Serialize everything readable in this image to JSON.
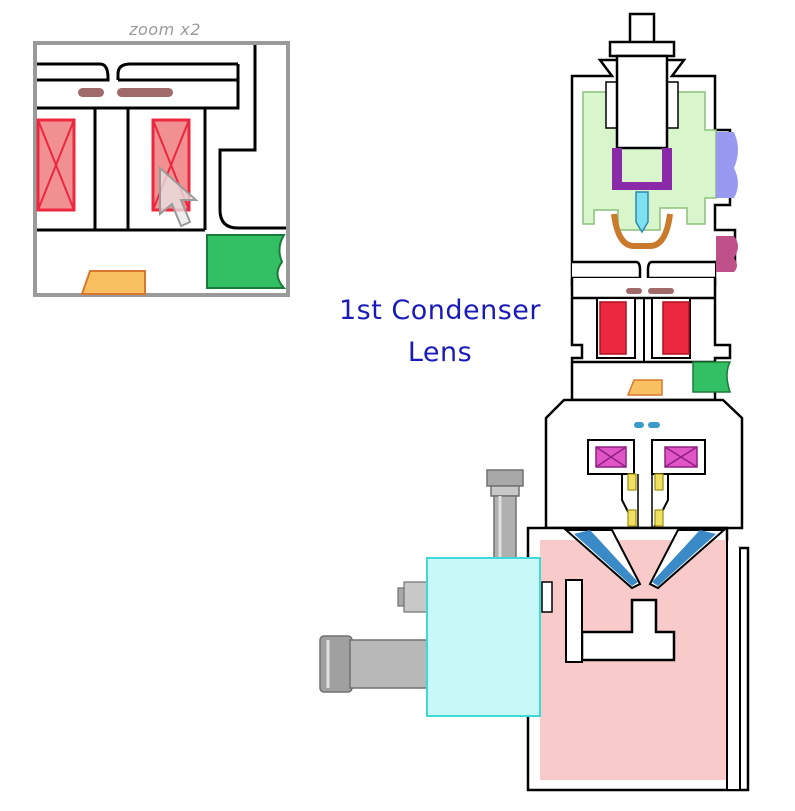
{
  "zoom_inset": {
    "caption": "zoom x2",
    "border_color": "#9a9a9a"
  },
  "label": {
    "line1": "1st Condenser",
    "line2": "Lens",
    "color": "#1a1ab8"
  },
  "colors": {
    "outline": "#000000",
    "gun_chamber": "#d9f5cc",
    "cathode": "#8a2aa8",
    "emitter_tip": "#7fe0f0",
    "wehnelt": "#c97a2a",
    "port_blue": "#9999f2",
    "port_magenta": "#c0508a",
    "aperture": "#a06a6a",
    "condenser_coil": "#ec2840",
    "coil_fill": "#f09090",
    "green_port": "#33c064",
    "orange_block": "#f8c060",
    "objective_coil": "#e055c8",
    "stigmator": "#e0d020",
    "pole_piece": "#3a8ac8",
    "specimen_chamber": "#f8caca",
    "cyan_box": "#c8f8f8",
    "cyan_box_border": "#40d8d8",
    "gray_metal": "#909090"
  }
}
